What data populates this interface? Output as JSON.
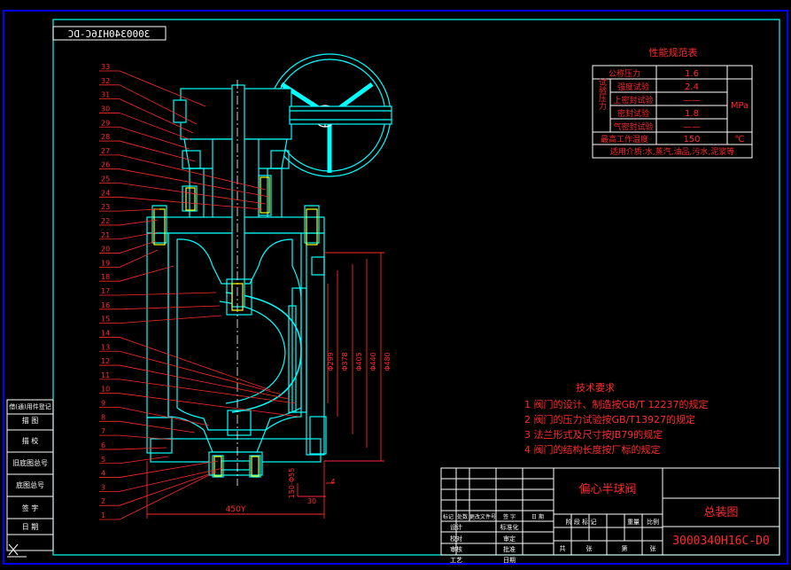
{
  "drawing_code_top": "3000340H16C-DC",
  "drawing_code_bottom": "3000340H16C-D0",
  "part_title": "偏心半球阀",
  "sheet_title": "总装图",
  "perf_table": {
    "title": "性能规范表",
    "group_label": "试验压力",
    "unit_mpa": "MPa",
    "unit_temp": "℃",
    "rows": [
      {
        "label": "公称压力",
        "value": "1.6"
      },
      {
        "label": "强度试验",
        "value": "2.4"
      },
      {
        "label": "上密封试验",
        "value": "——"
      },
      {
        "label": "密封试验",
        "value": "1.8"
      },
      {
        "label": "气密封试验",
        "value": "——"
      },
      {
        "label": "最高工作温度",
        "value": "150"
      }
    ],
    "medium": "适用介质:水,蒸汽,油品,污水,泥浆等"
  },
  "tech_req": {
    "title": "技术要求",
    "items": [
      "1  阀门的设计、制造按GB/T 12237的规定",
      "2  阀门的压力试验按GB/T13927的规定",
      "3  法兰形式及尺寸按JB79的规定",
      "4  阀门的结构长度按厂标的规定"
    ]
  },
  "part_numbers": [
    "33",
    "32",
    "31",
    "30",
    "29",
    "28",
    "27",
    "26",
    "25",
    "24",
    "23",
    "22",
    "21",
    "20",
    "19",
    "18",
    "17",
    "16",
    "15",
    "14",
    "13",
    "12",
    "11",
    "10",
    "9",
    "8",
    "7",
    "6",
    "5",
    "4",
    "3",
    "2",
    "1"
  ],
  "dimensions": {
    "face_to_face": "450Y",
    "d1": "Φ299",
    "d2": "Φ378",
    "d3": "Φ405",
    "d4": "Φ440",
    "d5": "Φ480",
    "small1": "150-Φ55",
    "small2": "30",
    "small3": "4"
  },
  "left_block": [
    "借(通)用件登记",
    "描  图",
    "描  校",
    "旧底图总号",
    "底图总号",
    "签  字",
    "日  期"
  ],
  "title_block": {
    "row1": [
      "标记",
      "处数",
      "更改文件号",
      "签  字",
      "日  期"
    ],
    "row2": [
      "设计",
      "",
      "",
      "标准化",
      ""
    ],
    "row3": [
      "校对",
      "",
      "",
      "审定",
      ""
    ],
    "row4": [
      "审核",
      "",
      "",
      "批准",
      ""
    ],
    "row5": [
      "工艺",
      "",
      "",
      "日期",
      ""
    ],
    "stage_heads": [
      "阶  段  标  记",
      "重量",
      "比例"
    ],
    "sheet_foot": [
      "共",
      "张",
      "第",
      "张"
    ]
  },
  "colors": {
    "frame": "#0000ff",
    "outline": "#00ffff",
    "leader": "#ff2a2a",
    "text": "#ffffff",
    "center": "#ffffff",
    "dim": "#ff2a2a",
    "part": "#ffff00"
  }
}
